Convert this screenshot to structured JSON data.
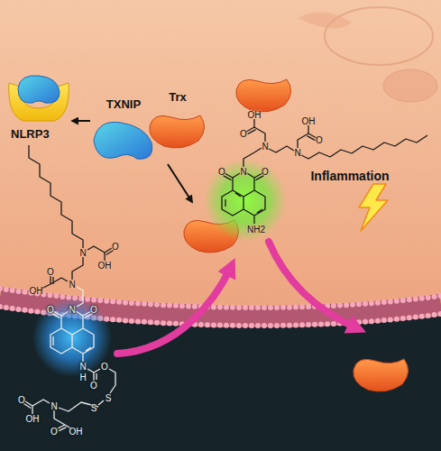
{
  "diagram": {
    "nodes": [
      {
        "text": [
          "NLRP3"
        ]
      },
      {
        "text": [
          "TXNIP"
        ]
      },
      {
        "text": [
          "Trx"
        ]
      }
    ],
    "edges": [
      {
        "from": 1,
        "to": 0,
        "arrow": "to"
      }
    ],
    "labels": [
      "Inflammation",
      "O",
      "OH",
      "O",
      "OH",
      "N",
      "N",
      "O",
      "O",
      "N",
      "NH2",
      "O",
      "OH",
      "O",
      "OH",
      "N",
      "N",
      "O",
      "O",
      "N",
      "N",
      "H",
      "O",
      "O",
      "S",
      "S",
      "N",
      "O",
      "OH",
      "O",
      "OH"
    ]
  }
}
